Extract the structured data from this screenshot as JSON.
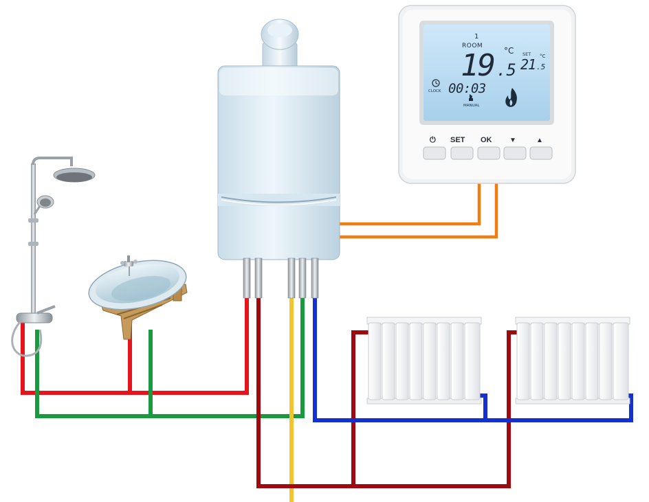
{
  "thermostat": {
    "program_number": "1",
    "room_label": "ROOM",
    "room_temp_int": "19",
    "room_temp_dec": ".5",
    "room_unit": "°C",
    "set_label": "SET",
    "set_temp_int": "21",
    "set_temp_dec": ".5",
    "set_unit": "°C",
    "clock_label": "CLOCK",
    "time": "00:03",
    "mode_label": "MANUAL",
    "buttons": {
      "power": "⏻",
      "set": "SET",
      "ok": "OK",
      "down": "▼",
      "up": "▲"
    }
  },
  "colors": {
    "hot_water": "#e8141c",
    "cold_water": "#1a9a3f",
    "gas": "#f4c430",
    "heating_flow": "#9e0a10",
    "heating_return": "#1530d0",
    "thermostat_wire": "#ef7d10",
    "lcd_backlight": "#b9dcf2"
  }
}
